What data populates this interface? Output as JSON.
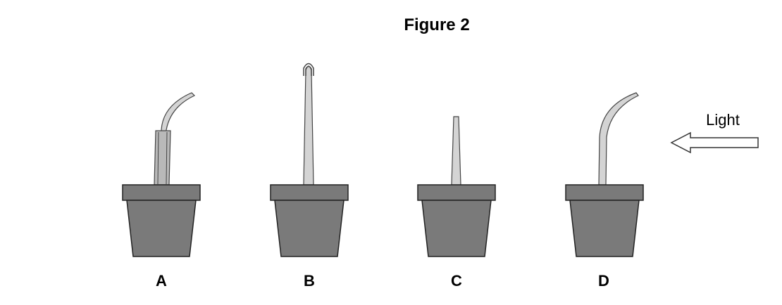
{
  "figure": {
    "title": "Figure 2",
    "light_label": "Light",
    "plants": [
      {
        "label": "A"
      },
      {
        "label": "B"
      },
      {
        "label": "C"
      },
      {
        "label": "D"
      }
    ]
  }
}
